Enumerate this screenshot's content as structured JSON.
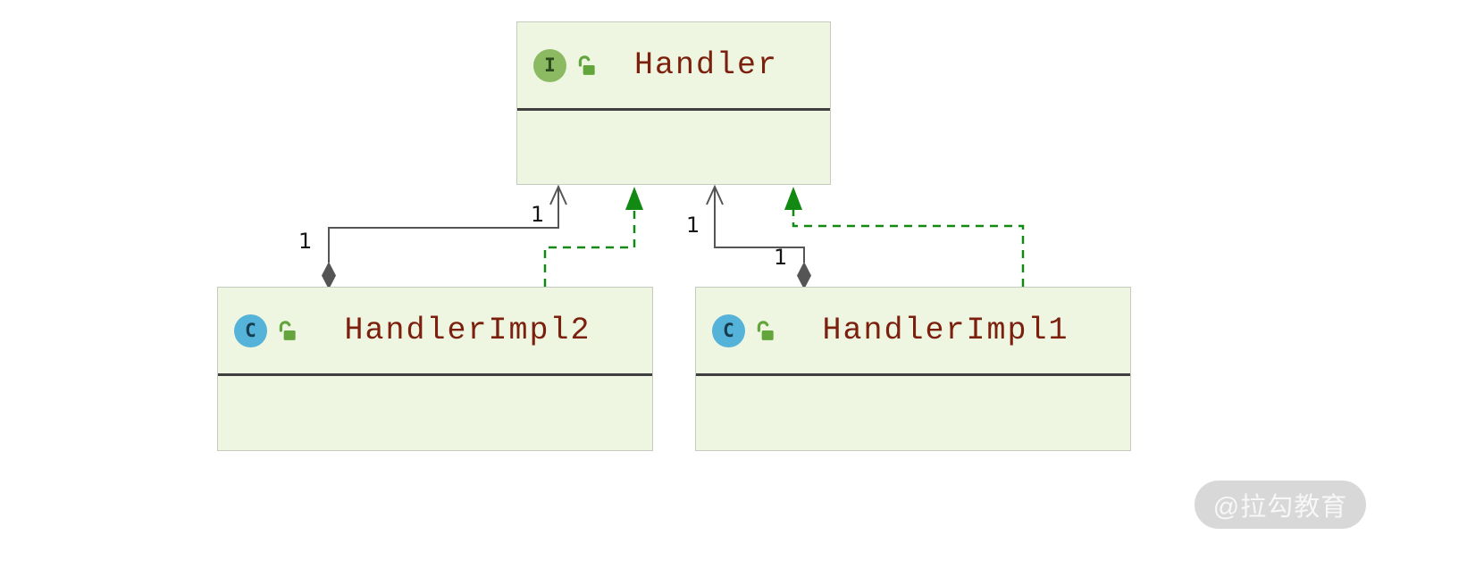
{
  "diagram": {
    "type": "uml-class-diagram",
    "nodes": {
      "handler": {
        "name": "Handler",
        "kind": "interface",
        "icon_letter": "I",
        "visibility_icon": "open-lock"
      },
      "handlerImpl2": {
        "name": "HandlerImpl2",
        "kind": "class",
        "icon_letter": "C",
        "visibility_icon": "open-lock"
      },
      "handlerImpl1": {
        "name": "HandlerImpl1",
        "kind": "class",
        "icon_letter": "C",
        "visibility_icon": "open-lock"
      }
    },
    "edges": [
      {
        "from": "HandlerImpl2",
        "to": "Handler",
        "type": "aggregation",
        "source_label": "1",
        "target_label": "1"
      },
      {
        "from": "HandlerImpl2",
        "to": "Handler",
        "type": "realization"
      },
      {
        "from": "HandlerImpl1",
        "to": "Handler",
        "type": "aggregation",
        "source_label": "1",
        "target_label": "1"
      },
      {
        "from": "HandlerImpl1",
        "to": "Handler",
        "type": "realization"
      }
    ],
    "colors": {
      "node_fill": "#eef6e2",
      "node_border": "#c6cbc0",
      "separator": "#3f3f3f",
      "title_text": "#7c200e",
      "interface_icon_bg": "#8cba62",
      "class_icon_bg": "#55b2d8",
      "lock_icon": "#63a53c",
      "solid_edge": "#555555",
      "realization_edge": "#128912",
      "diamond": "#555555",
      "watermark_bg": "#d8d8d8",
      "watermark_text_color": "#f7f7f7"
    }
  },
  "watermark": {
    "text": "@拉勾教育"
  }
}
